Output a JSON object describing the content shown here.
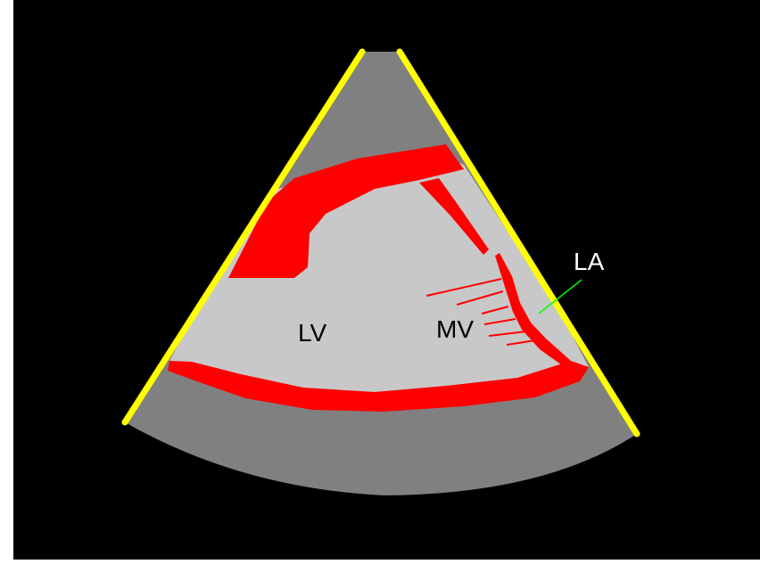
{
  "diagram": {
    "labels": {
      "lv": "LV",
      "mv": "MV",
      "la": "LA"
    },
    "colors": {
      "background": "#000000",
      "frame": "#ffffff",
      "sector_outer": "#808080",
      "cavity": "#c8c8c8",
      "tissue": "#ff0000",
      "sector_edges": "#ffff00",
      "la_pointer": "#00ff00",
      "label_dark": "#000000",
      "label_light": "#ffffff"
    }
  }
}
